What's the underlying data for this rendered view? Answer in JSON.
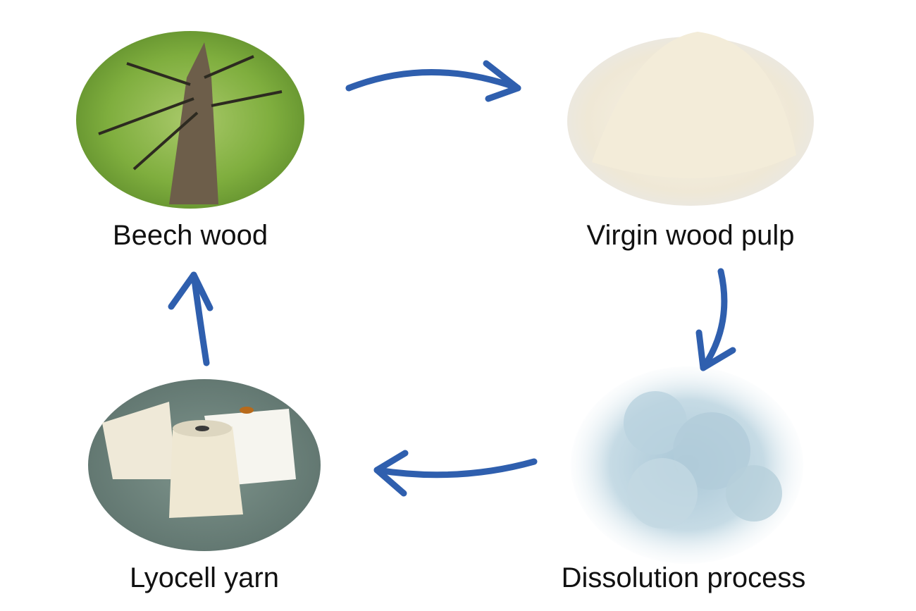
{
  "stages": [
    {
      "label": "Beech wood",
      "icon": "beech-tree-photo"
    },
    {
      "label": "Virgin wood pulp",
      "icon": "wood-pulp-photo"
    },
    {
      "label": "Dissolution process",
      "icon": "dissolution-cloud-photo"
    },
    {
      "label": "Lyocell yarn",
      "icon": "yarn-cones-photo"
    }
  ],
  "colors": {
    "arrow": "#2f5fae"
  }
}
